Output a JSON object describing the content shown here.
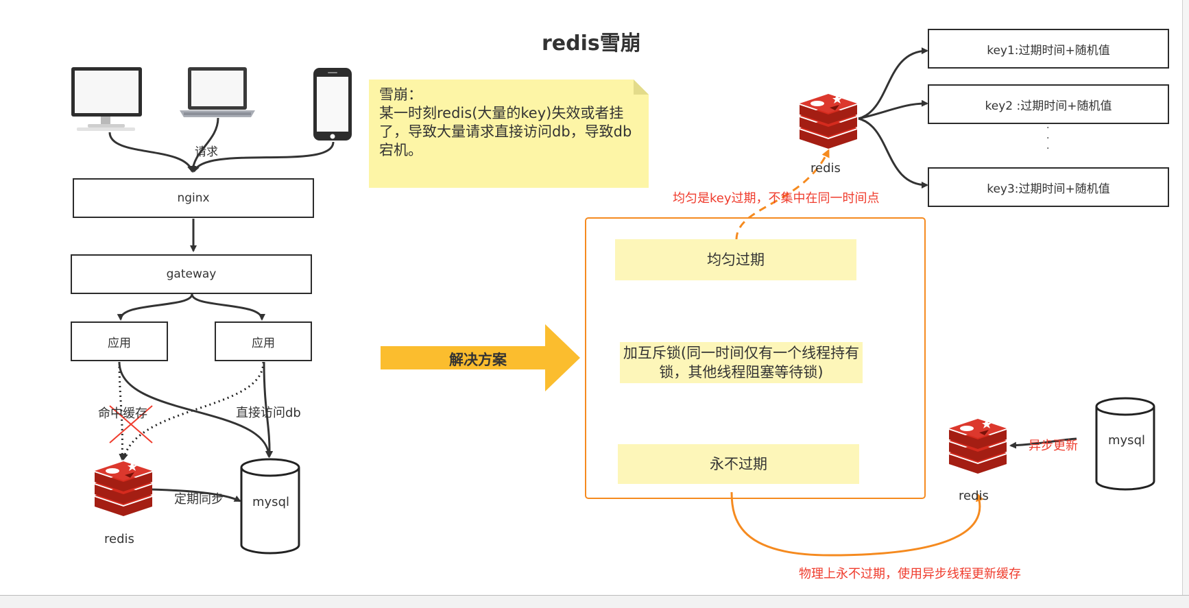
{
  "title": "redis雪崩",
  "left": {
    "request_label": "请求",
    "nginx": "nginx",
    "gateway": "gateway",
    "app_left": "应用",
    "app_right": "应用",
    "hit_cache": "命中缓存",
    "direct_db": "直接访问db",
    "redis": "redis",
    "sync": "定期同步",
    "mysql": "mysql"
  },
  "note": {
    "line1": "雪崩：",
    "line2": "某一时刻redis(大量的key)失效或者挂了，导致大量请求直接访问db，导致db宕机。"
  },
  "solution_arrow": "解决方案",
  "solutions": {
    "even_expire": "均匀过期",
    "mutex": "加互斥锁(同一时间仅有一个线程持有锁，其他线程阻塞等待锁)",
    "never_expire": "永不过期"
  },
  "right_top": {
    "redis": "redis",
    "key1": "key1:过期时间+随机值",
    "key2": "key2 :过期时间+随机值",
    "dots": "·\n·\n·",
    "key3": "key3:过期时间+随机值",
    "even_note": "均匀是key过期，不集中在同一时间点"
  },
  "right_bottom": {
    "redis": "redis",
    "async_update": "异步更新",
    "mysql": "mysql",
    "physical_note": "物理上永不过期，使用异步线程更新缓存"
  },
  "colors": {
    "accent_orange": "#f58a1f",
    "annotation_red": "#ef3b2c",
    "note_yellow": "#fdf5a6",
    "arrow_yellow": "#fbbd2e",
    "redis_red": "#d52b1e"
  }
}
